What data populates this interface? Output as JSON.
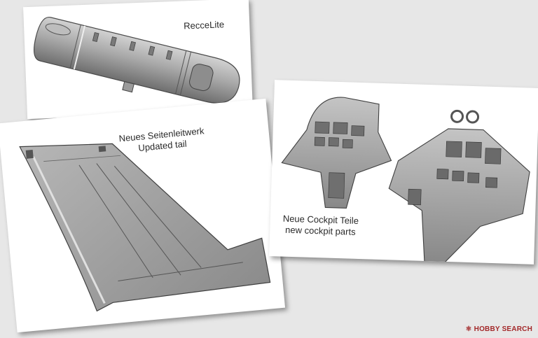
{
  "cards": {
    "reccelite": {
      "label": "RecceLite"
    },
    "tail": {
      "label_de": "Neues Seitenleitwerk",
      "label_en": "Updated tail"
    },
    "cockpit": {
      "label_de": "Neue Cockpit Teile",
      "label_en": "new cockpit parts"
    }
  },
  "watermark": {
    "text": "HOBBY SEARCH",
    "color": "#a3292a"
  }
}
